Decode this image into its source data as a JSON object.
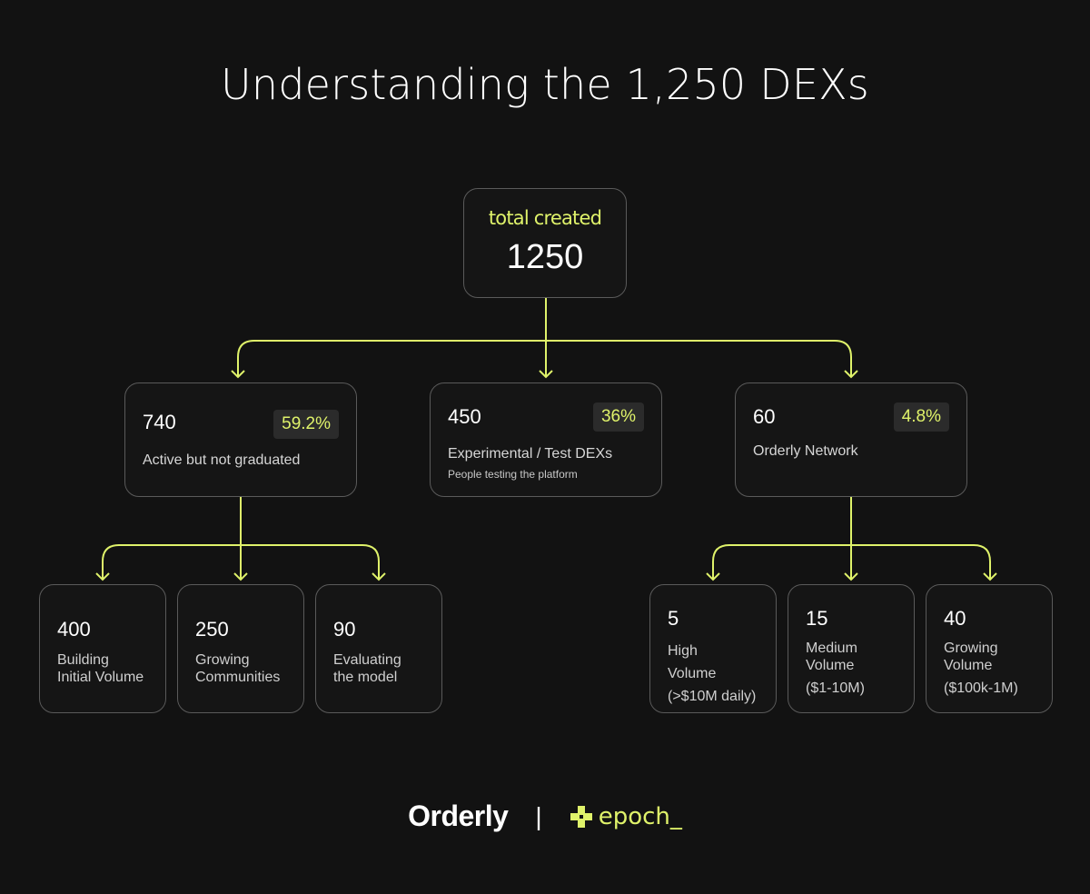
{
  "title": "Understanding the 1,250 DEXs",
  "root": {
    "label": "total created",
    "value": "1250"
  },
  "categories": [
    {
      "value": "740",
      "percent": "59.2%",
      "description": "Active but not graduated"
    },
    {
      "value": "450",
      "percent": "36%",
      "description": "Experimental / Test DEXs",
      "subtext": "People testing the platform"
    },
    {
      "value": "60",
      "percent": "4.8%",
      "description": "Orderly Network"
    }
  ],
  "active_breakdown": [
    {
      "value": "400",
      "line1": "Building",
      "line2": "Initial Volume"
    },
    {
      "value": "250",
      "line1": "Growing",
      "line2": "Communities"
    },
    {
      "value": "90",
      "line1": "Evaluating",
      "line2": "the model"
    }
  ],
  "network_breakdown": [
    {
      "value": "5",
      "line1": "High",
      "line2": "Volume",
      "line3": "(>$10M daily)"
    },
    {
      "value": "15",
      "line1": "Medium",
      "line2": "Volume",
      "line3": "($1-10M)"
    },
    {
      "value": "40",
      "line1": "Growing",
      "line2": "Volume",
      "line3": "($100k-1M)"
    }
  ],
  "footer": {
    "brand1": "Orderly",
    "separator": "|",
    "brand2": "epoch_"
  },
  "colors": {
    "accent": "#dff26a",
    "background": "#121212"
  }
}
